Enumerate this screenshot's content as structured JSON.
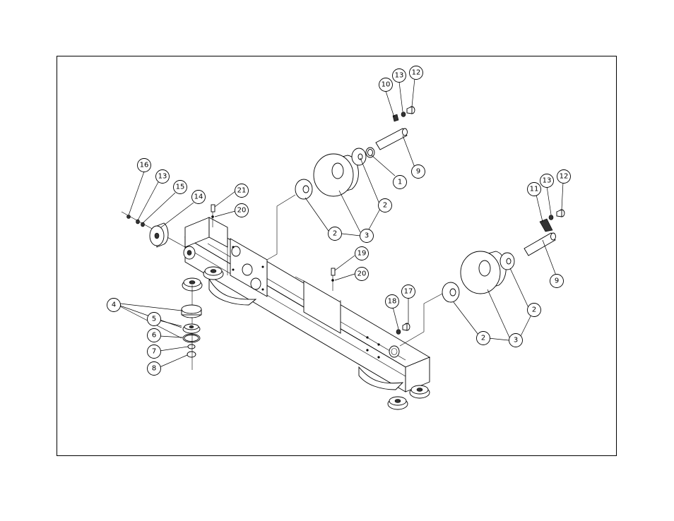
{
  "callouts": [
    {
      "label": "1"
    },
    {
      "label": "2"
    },
    {
      "label": "2"
    },
    {
      "label": "2"
    },
    {
      "label": "2"
    },
    {
      "label": "3"
    },
    {
      "label": "3"
    },
    {
      "label": "4"
    },
    {
      "label": "5"
    },
    {
      "label": "6"
    },
    {
      "label": "7"
    },
    {
      "label": "8"
    },
    {
      "label": "9"
    },
    {
      "label": "9"
    },
    {
      "label": "10"
    },
    {
      "label": "11"
    },
    {
      "label": "12"
    },
    {
      "label": "12"
    },
    {
      "label": "13"
    },
    {
      "label": "13"
    },
    {
      "label": "13"
    },
    {
      "label": "14"
    },
    {
      "label": "15"
    },
    {
      "label": "16"
    },
    {
      "label": "17"
    },
    {
      "label": "18"
    },
    {
      "label": "19"
    },
    {
      "label": "20"
    },
    {
      "label": "20"
    },
    {
      "label": "21"
    }
  ]
}
